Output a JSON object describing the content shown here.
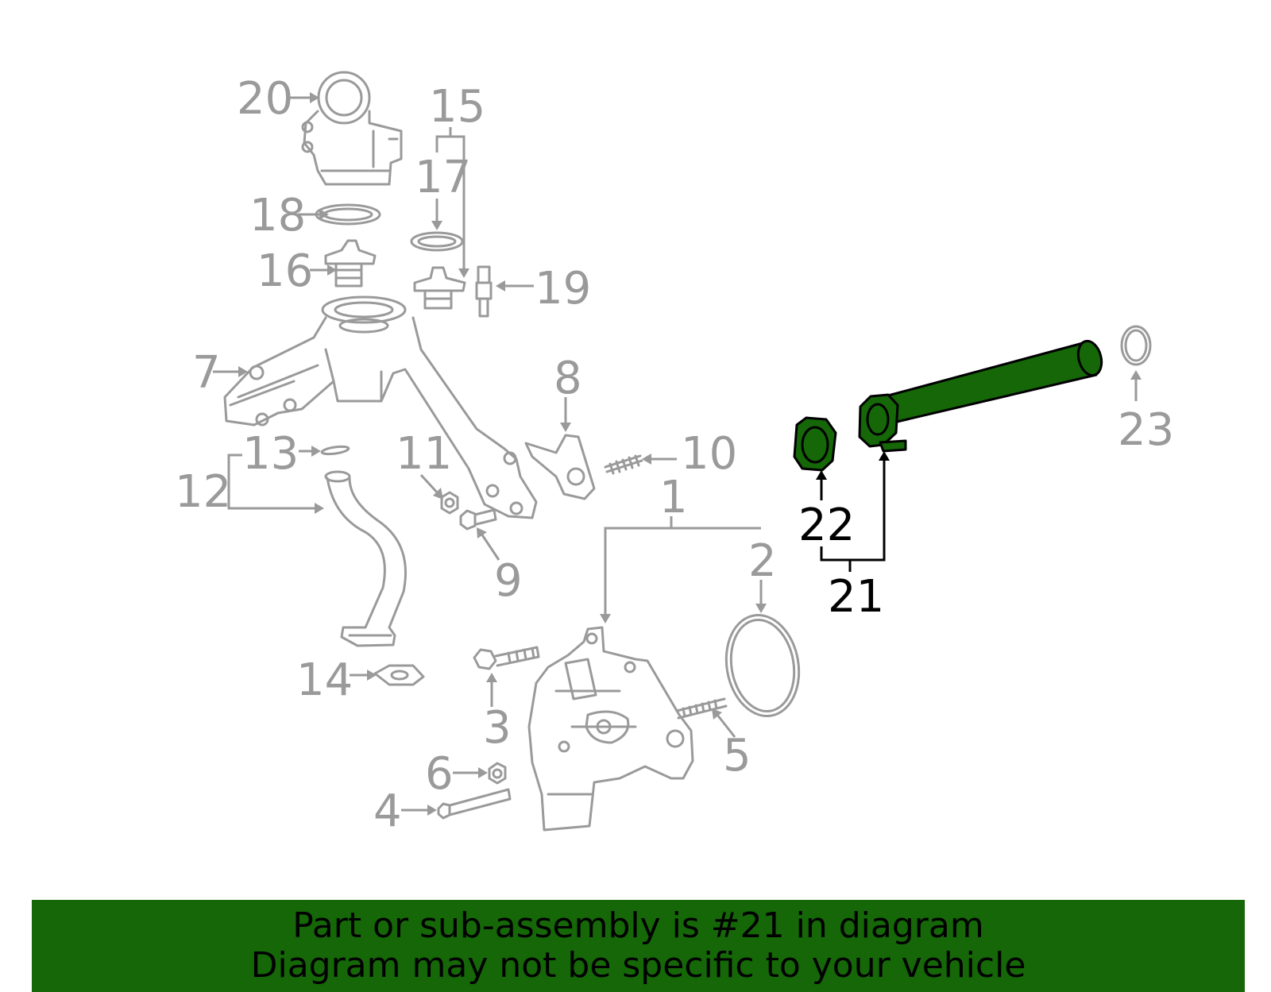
{
  "callouts": {
    "c1": "1",
    "c2": "2",
    "c3": "3",
    "c4": "4",
    "c5": "5",
    "c6": "6",
    "c7": "7",
    "c8": "8",
    "c9": "9",
    "c10": "10",
    "c11": "11",
    "c12": "12",
    "c13": "13",
    "c14": "14",
    "c15": "15",
    "c16": "16",
    "c17": "17",
    "c18": "18",
    "c19": "19",
    "c20": "20",
    "c21": "21",
    "c22": "22",
    "c23": "23"
  },
  "highlight": {
    "part": "21",
    "color": "#156708"
  },
  "banner": {
    "line1": "Part or sub-assembly is #21 in diagram",
    "line2": "Diagram may not be specific to your vehicle"
  }
}
